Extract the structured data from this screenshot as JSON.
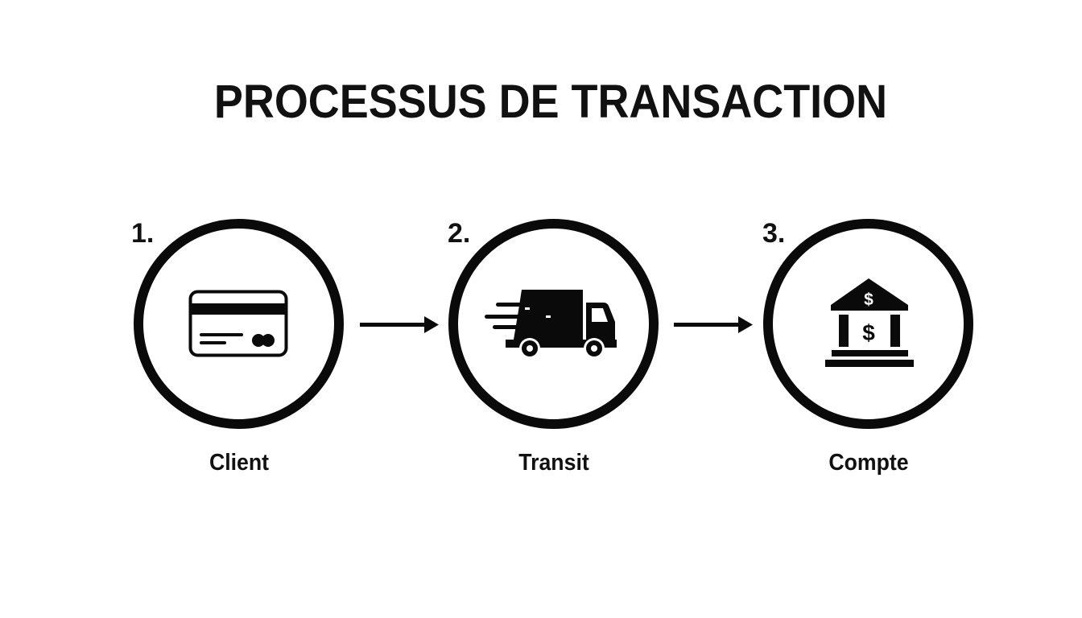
{
  "diagram": {
    "title": "PROCESSUS DE TRANSACTION",
    "steps": [
      {
        "number": "1.",
        "label": "Client",
        "icon": "credit-card-icon"
      },
      {
        "number": "2.",
        "label": "Transit",
        "icon": "delivery-truck-icon"
      },
      {
        "number": "3.",
        "label": "Compte",
        "icon": "bank-icon"
      }
    ],
    "connectors": [
      {
        "from": "Client",
        "to": "Transit",
        "icon": "arrow-right-icon"
      },
      {
        "from": "Transit",
        "to": "Compte",
        "icon": "arrow-right-icon"
      }
    ],
    "bank_symbols": {
      "roof": "$",
      "body": "$"
    },
    "colors": {
      "background": "#ffffff",
      "foreground": "#0a0a0a"
    }
  }
}
